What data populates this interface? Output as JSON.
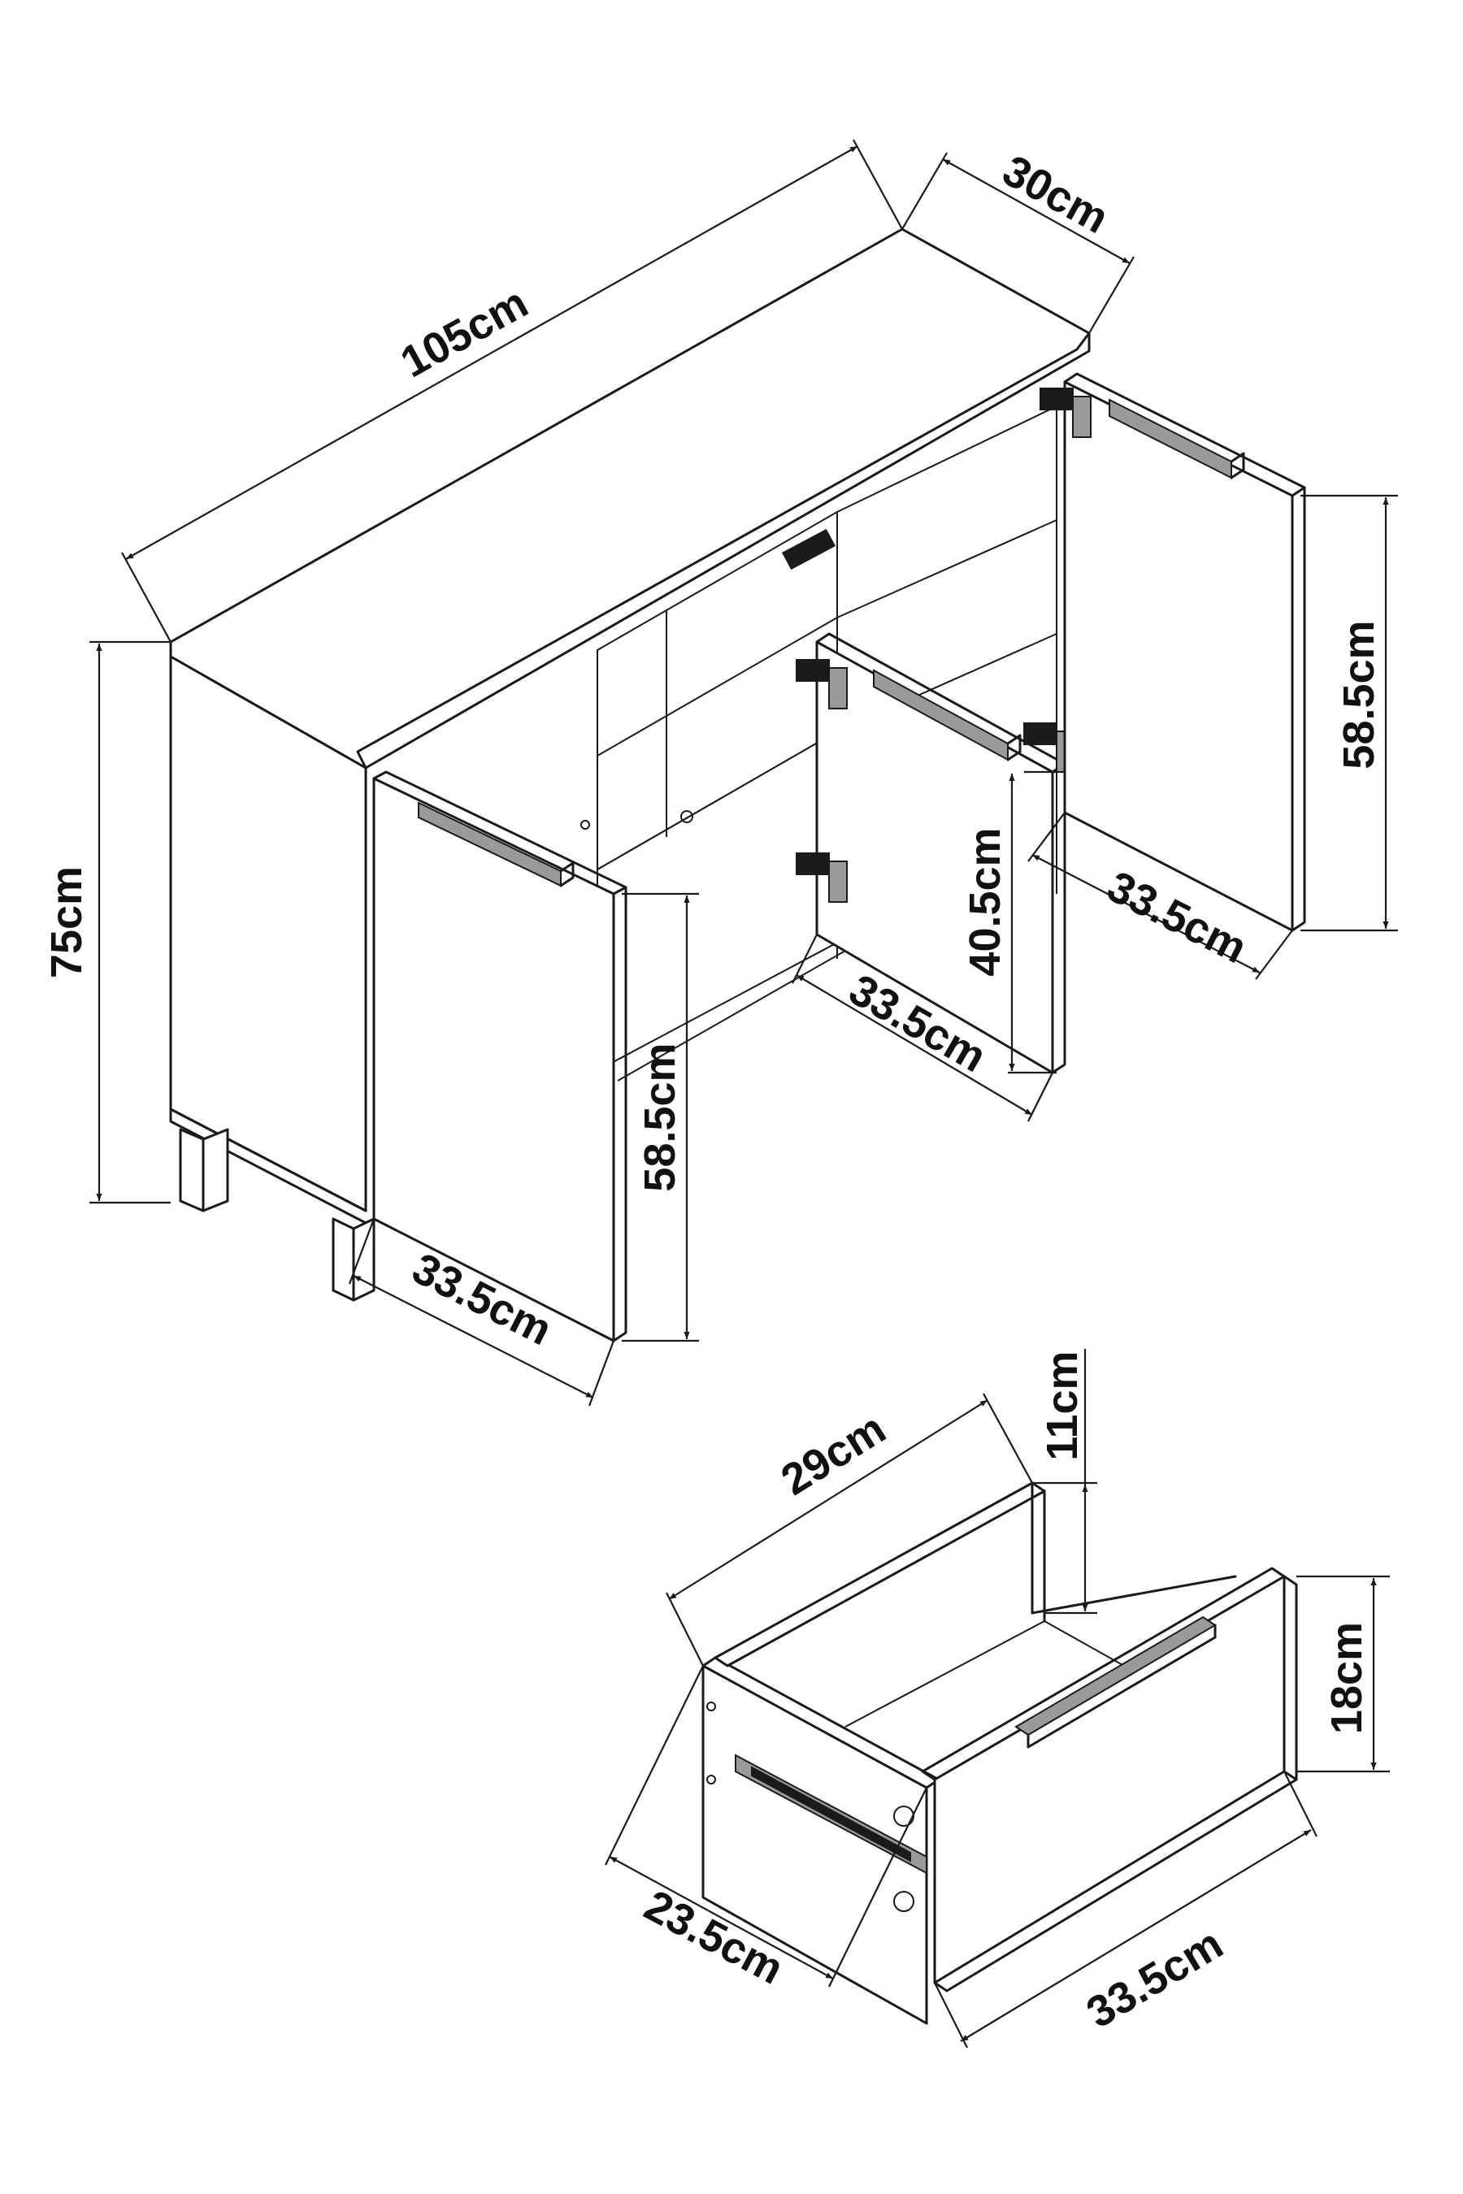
{
  "dimensions": {
    "cabinet_width": "105cm",
    "cabinet_depth": "30cm",
    "cabinet_height": "75cm",
    "right_door_height": "58.5cm",
    "right_door_width": "33.5cm",
    "middle_door_height": "40.5cm",
    "middle_door_width": "33.5cm",
    "left_door_height": "58.5cm",
    "left_door_width": "33.5cm",
    "drawer_width": "29cm",
    "drawer_inner_height": "11cm",
    "drawer_front_height": "18cm",
    "drawer_depth": "23.5cm",
    "drawer_front_width": "33.5cm"
  }
}
